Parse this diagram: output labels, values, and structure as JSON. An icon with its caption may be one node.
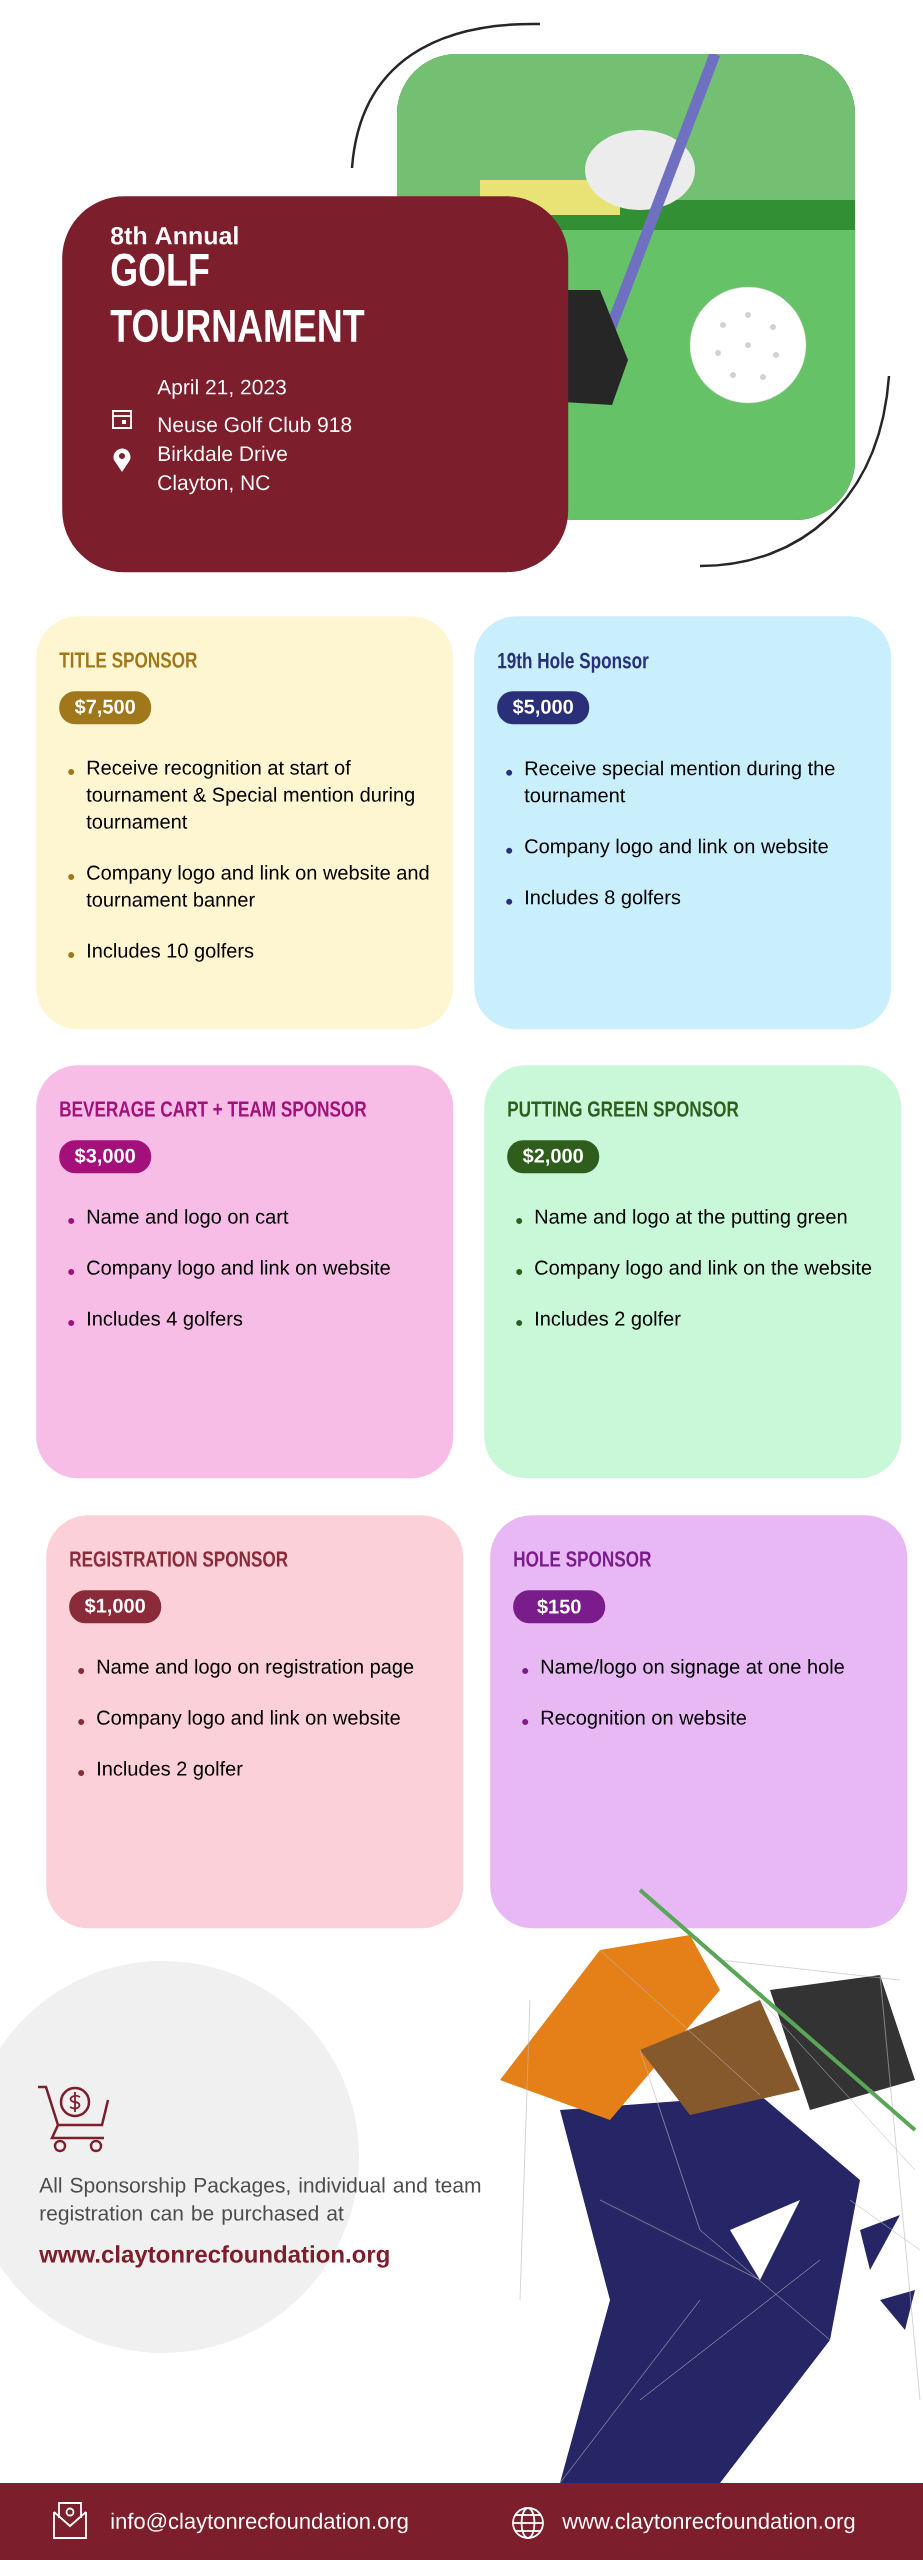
{
  "diagram": {
    "nodes": [
      {
        "text": [
          "8th Annual",
          "GOLF TOURNAMENT",
          "April 21, 2023",
          "Neuse Golf Club 918 Birkdale Drive Clayton, NC"
        ]
      },
      {
        "text": [
          "TITLE SPONSOR",
          "Receive recognition at start of tournament & Special mention during tournament",
          "Company logo and link on website and tournament banner",
          "Includes 10 golfers"
        ]
      },
      {
        "text": [
          "$7,500"
        ],
        "in": 1
      },
      {
        "text": [
          "19th Hole Sponsor",
          "Receive special mention during the tournament",
          "Company logo and link on website",
          "Includes 8 golfers"
        ]
      },
      {
        "text": [
          "$5,000"
        ],
        "in": 3
      },
      {
        "text": [
          "BEVERAGE CART + TEAM SPONSOR",
          "Name and logo on cart",
          "Company logo and link on website",
          "Includes 4 golfers"
        ]
      },
      {
        "text": [
          "$3,000"
        ],
        "in": 5
      },
      {
        "text": [
          "PUTTING GREEN SPONSOR",
          "Name and logo at the putting green",
          "Company logo and link on the website",
          "Includes 2 golfer"
        ]
      },
      {
        "text": [
          "$2,000"
        ],
        "in": 7
      },
      {
        "text": [
          "REGISTRATION SPONSOR",
          "Name and logo on registration page",
          "Company logo and link on website",
          "Includes 2 golfer"
        ]
      },
      {
        "text": [
          "$1,000"
        ],
        "in": 9
      },
      {
        "text": [
          "HOLE SPONSOR",
          "Name/logo on signage at one hole",
          "Recognition on website"
        ]
      },
      {
        "text": [
          "$150"
        ],
        "in": 11
      }
    ],
    "labels": [
      "All Sponsorship Packages, individual and team registration can be purchased at",
      "www.claytonrecfoundation.org",
      "info@claytonrecfoundation.org",
      "www.claytonrecfoundation.org"
    ]
  }
}
